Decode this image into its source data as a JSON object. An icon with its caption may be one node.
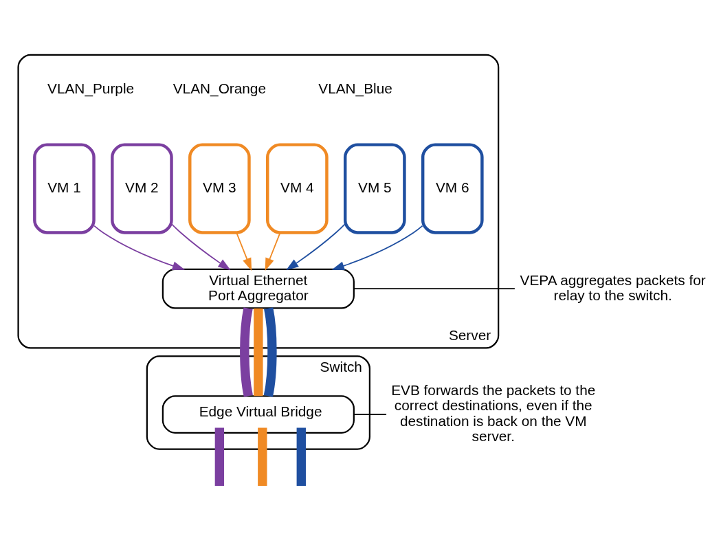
{
  "diagram": {
    "nodes": [
      {
        "text": [
          "Server"
        ]
      },
      {
        "text": [
          "VM 1"
        ],
        "in": 0
      },
      {
        "text": [
          "VM 2"
        ],
        "in": 0
      },
      {
        "text": [
          "VM 3"
        ],
        "in": 0
      },
      {
        "text": [
          "VM 4"
        ],
        "in": 0
      },
      {
        "text": [
          "VM 5"
        ],
        "in": 0
      },
      {
        "text": [
          "VM 6"
        ],
        "in": 0
      },
      {
        "text": [
          "Virtual Ethernet Port Aggregator"
        ],
        "in": 0
      },
      {
        "text": [
          "Switch"
        ]
      },
      {
        "text": [
          "Edge Virtual Bridge"
        ],
        "in": 8
      },
      {
        "text": [
          "VEPA aggregates packets for relay to the switch."
        ]
      },
      {
        "text": [
          "EVB forwards the packets to the correct destinations, even if the destination is back on the VM server."
        ]
      }
    ],
    "edges": [
      {
        "from": 1,
        "to": 7,
        "arrow": "to",
        "color": "#7b3fa0"
      },
      {
        "from": 2,
        "to": 7,
        "arrow": "to",
        "color": "#7b3fa0"
      },
      {
        "from": 3,
        "to": 7,
        "arrow": "to",
        "color": "#f08a24"
      },
      {
        "from": 4,
        "to": 7,
        "arrow": "to",
        "color": "#f08a24"
      },
      {
        "from": 5,
        "to": 7,
        "arrow": "to",
        "color": "#1f4fa0"
      },
      {
        "from": 6,
        "to": 7,
        "arrow": "to",
        "color": "#1f4fa0"
      },
      {
        "from": 10,
        "to": 7,
        "arrow": "none",
        "color": "#000000"
      },
      {
        "from": 7,
        "to": 9,
        "arrow": "none",
        "style": "thick",
        "color": "#7b3fa0"
      },
      {
        "from": 7,
        "to": 9,
        "arrow": "none",
        "style": "thick",
        "color": "#f08a24"
      },
      {
        "from": 7,
        "to": 9,
        "arrow": "none",
        "style": "thick",
        "color": "#1f4fa0"
      },
      {
        "from": 11,
        "to": 9,
        "arrow": "none",
        "color": "#000000"
      },
      {
        "from": 9,
        "to": null,
        "arrow": "none",
        "style": "thick",
        "color": "#7b3fa0"
      },
      {
        "from": 9,
        "to": null,
        "arrow": "none",
        "style": "thick",
        "color": "#f08a24"
      },
      {
        "from": 9,
        "to": null,
        "arrow": "none",
        "style": "thick",
        "color": "#1f4fa0"
      }
    ],
    "labels": [
      "VLAN_Purple",
      "VLAN_Orange",
      "VLAN_Blue"
    ]
  }
}
